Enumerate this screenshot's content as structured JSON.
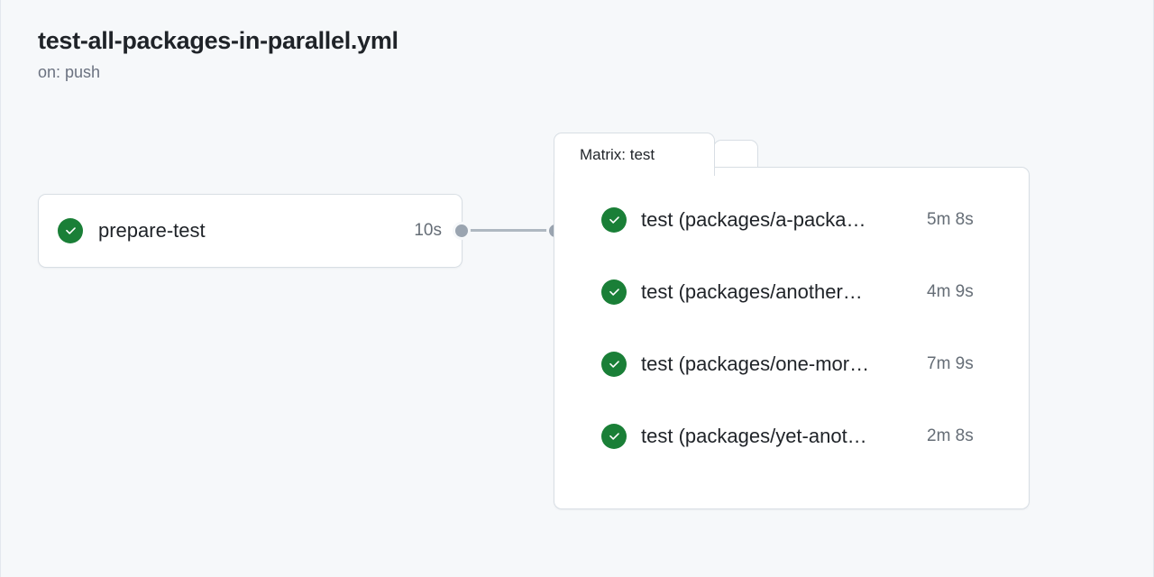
{
  "workflow": {
    "title": "test-all-packages-in-parallel.yml",
    "trigger": "on: push"
  },
  "colors": {
    "page_background": "#f6f8fa",
    "card_background": "#ffffff",
    "card_border": "#d8dee4",
    "success_green": "#1a7f37",
    "text_primary": "#1f2328",
    "text_muted": "#656d76",
    "connector": "#afb8c1"
  },
  "graph": {
    "jobs": [
      {
        "name": "prepare-test",
        "status_icon": "check-circle-success-icon",
        "status": "success",
        "duration": "10s"
      }
    ],
    "connector": {
      "source_dot": "connector-dot-out",
      "target_dot": "connector-dot-in"
    },
    "matrix_group": {
      "tab_label": "Matrix: test",
      "jobs": [
        {
          "name": "test (packages/a-packa…",
          "status_icon": "check-circle-success-icon",
          "status": "success",
          "duration": "5m 8s"
        },
        {
          "name": "test (packages/another…",
          "status_icon": "check-circle-success-icon",
          "status": "success",
          "duration": "4m 9s"
        },
        {
          "name": "test (packages/one-mor…",
          "status_icon": "check-circle-success-icon",
          "status": "success",
          "duration": "7m 9s"
        },
        {
          "name": "test (packages/yet-anot…",
          "status_icon": "check-circle-success-icon",
          "status": "success",
          "duration": "2m 8s"
        }
      ]
    }
  }
}
